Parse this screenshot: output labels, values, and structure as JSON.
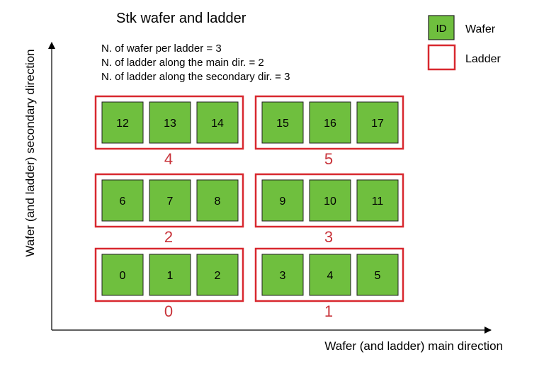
{
  "title": "Stk wafer and ladder",
  "info_lines": [
    "N. of wafer per ladder = 3",
    "N. of ladder along the main dir. = 2",
    "N. of ladder along the secondary dir. = 3"
  ],
  "legend": {
    "wafer_id": "ID",
    "wafer_label": "Wafer",
    "ladder_label": "Ladder"
  },
  "axes": {
    "x_label": "Wafer (and ladder) main direction",
    "y_label": "Wafer (and ladder) secondary direction"
  },
  "colors": {
    "wafer_fill": "#6fbf3e",
    "wafer_stroke": "#222222",
    "ladder_stroke": "#d8282f",
    "ladder_label": "#c8333a",
    "axis": "#000000"
  },
  "ladders": [
    {
      "id": "0",
      "wafers": [
        "0",
        "1",
        "2"
      ]
    },
    {
      "id": "1",
      "wafers": [
        "3",
        "4",
        "5"
      ]
    },
    {
      "id": "2",
      "wafers": [
        "6",
        "7",
        "8"
      ]
    },
    {
      "id": "3",
      "wafers": [
        "9",
        "10",
        "11"
      ]
    },
    {
      "id": "4",
      "wafers": [
        "12",
        "13",
        "14"
      ]
    },
    {
      "id": "5",
      "wafers": [
        "15",
        "16",
        "17"
      ]
    }
  ]
}
